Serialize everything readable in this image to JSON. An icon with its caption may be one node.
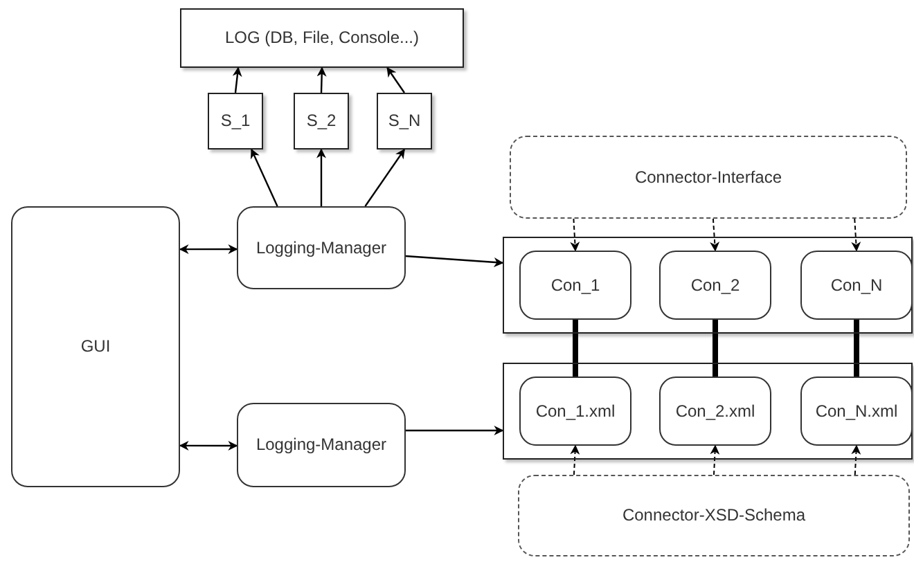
{
  "diagram": {
    "nodes": [
      {
        "text": [
          "LOG (DB, File, Console...)"
        ]
      },
      {
        "text": [
          "S_1"
        ]
      },
      {
        "text": [
          "S_2"
        ]
      },
      {
        "text": [
          "S_N"
        ]
      },
      {
        "text": [
          "Connector-Interface"
        ]
      },
      {
        "text": [
          "GUI"
        ]
      },
      {
        "text": [
          "Logging-Manager"
        ]
      },
      {
        "text": [],
        "shape": "box"
      },
      {
        "text": [
          "Con_1"
        ],
        "in": 7
      },
      {
        "text": [
          "Con_2"
        ],
        "in": 7
      },
      {
        "text": [
          "Con_N"
        ],
        "in": 7
      },
      {
        "text": [],
        "shape": "box"
      },
      {
        "text": [
          "Con_1.xml"
        ],
        "in": 11
      },
      {
        "text": [
          "Con_2.xml"
        ],
        "in": 11
      },
      {
        "text": [
          "Con_N.xml"
        ],
        "in": 11
      },
      {
        "text": [
          "Logging-Manager"
        ]
      },
      {
        "text": [
          "Connector-XSD-Schema"
        ]
      }
    ],
    "edges": [
      {
        "from": 1,
        "to": 0,
        "arrow": "to"
      },
      {
        "from": 2,
        "to": 0,
        "arrow": "to"
      },
      {
        "from": 3,
        "to": 0,
        "arrow": "to"
      },
      {
        "from": 6,
        "to": 1,
        "arrow": "to"
      },
      {
        "from": 6,
        "to": 2,
        "arrow": "to"
      },
      {
        "from": 6,
        "to": 3,
        "arrow": "to"
      },
      {
        "from": 5,
        "to": 6,
        "arrow": "both"
      },
      {
        "from": 6,
        "to": 7,
        "arrow": "to"
      },
      {
        "from": 4,
        "to": 8,
        "arrow": "to",
        "style": "dashed"
      },
      {
        "from": 4,
        "to": 9,
        "arrow": "to",
        "style": "dashed"
      },
      {
        "from": 4,
        "to": 10,
        "arrow": "to",
        "style": "dashed"
      },
      {
        "from": 8,
        "to": 12,
        "arrow": "none",
        "style": "thick"
      },
      {
        "from": 9,
        "to": 13,
        "arrow": "none",
        "style": "thick"
      },
      {
        "from": 10,
        "to": 14,
        "arrow": "none",
        "style": "thick"
      },
      {
        "from": 5,
        "to": 15,
        "arrow": "both"
      },
      {
        "from": 15,
        "to": 11,
        "arrow": "to"
      },
      {
        "from": 16,
        "to": 12,
        "arrow": "to",
        "style": "dashed"
      },
      {
        "from": 16,
        "to": 13,
        "arrow": "to",
        "style": "dashed"
      },
      {
        "from": 16,
        "to": 14,
        "arrow": "to",
        "style": "dashed"
      }
    ]
  }
}
